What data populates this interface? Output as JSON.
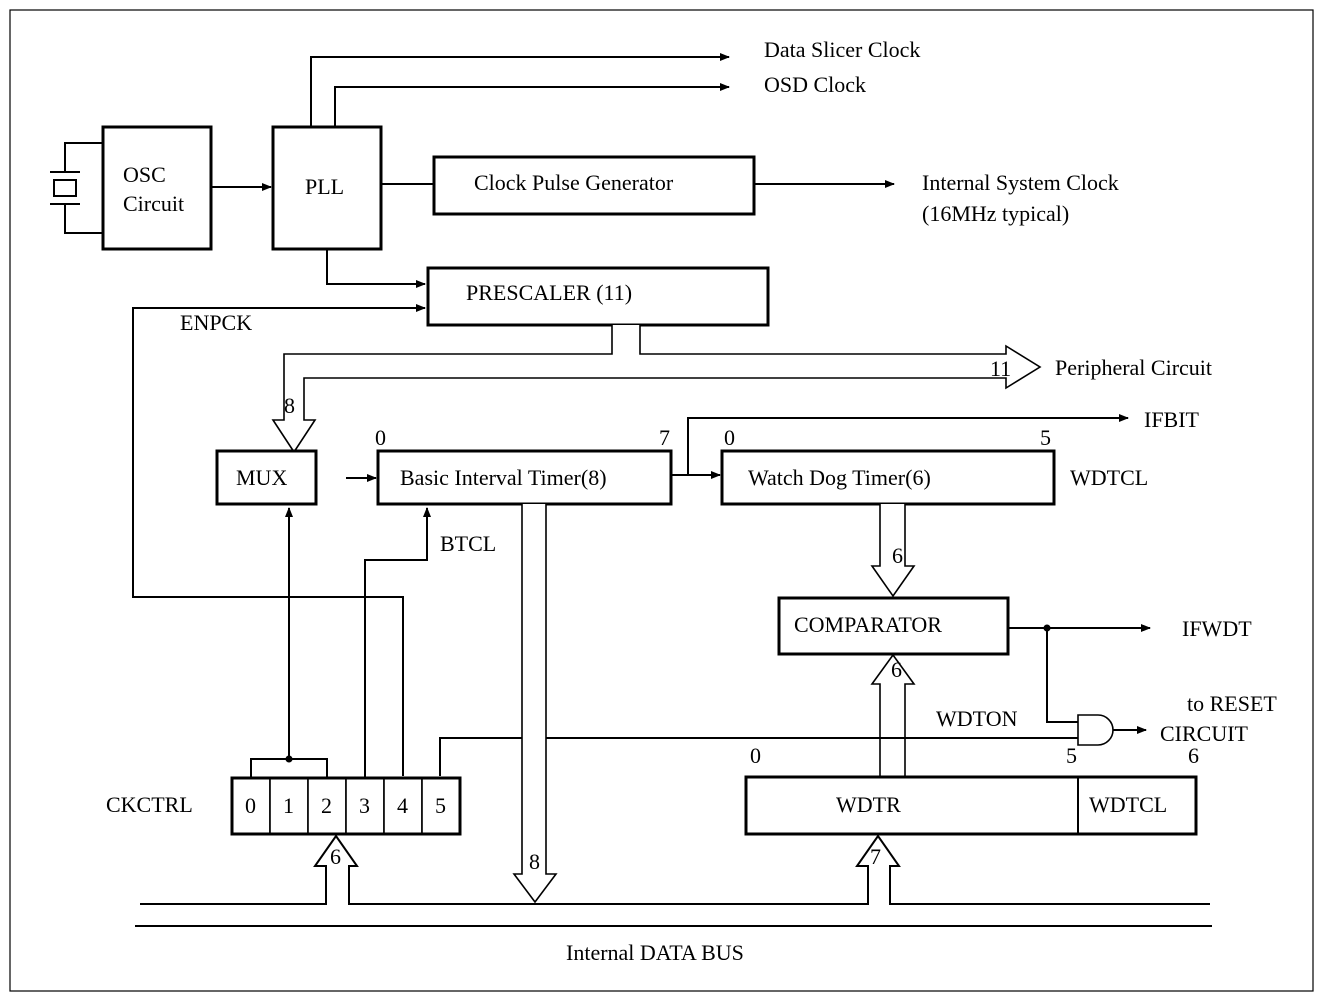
{
  "blocks": {
    "osc": [
      "OSC",
      "Circuit"
    ],
    "pll": "PLL",
    "clock_pulse_generator": "Clock Pulse Generator",
    "prescaler": "PRESCALER (11)",
    "mux": "MUX",
    "basic_interval_timer": "Basic Interval Timer(8)",
    "watch_dog_timer": "Watch Dog Timer(6)",
    "comparator": "COMPARATOR",
    "wdtr": "WDTR",
    "wdtcl_register": "WDTCL"
  },
  "outputs": {
    "data_slicer_clock": "Data Slicer Clock",
    "osd_clock": "OSD Clock",
    "internal_system_clock": [
      "Internal System Clock",
      "(16MHz typical)"
    ],
    "peripheral_circuit": "Peripheral Circuit",
    "ifbit": "IFBIT",
    "ifwdt": "IFWDT",
    "to_reset_circuit": [
      "to RESET",
      "CIRCUIT"
    ]
  },
  "signals": {
    "enpck": "ENPCK",
    "btcl": "BTCL",
    "wdtcl": "WDTCL",
    "wdton": "WDTON"
  },
  "ckctrl": {
    "label": "CKCTRL",
    "bits": [
      "0",
      "1",
      "2",
      "3",
      "4",
      "5"
    ]
  },
  "bus_widths": {
    "peripheral": "11",
    "mux_in": "8",
    "bit_to_bus": "8",
    "wdt_to_comparator": "6",
    "wdtr_to_comparator": "6",
    "bus_to_ckctrl": "6",
    "bus_to_wdtr": "7"
  },
  "bit_indices": {
    "bit_start": "0",
    "bit_end": "7",
    "wdt_start": "0",
    "wdt_end": "5",
    "wdtr_start": "0",
    "wdtr_bit5": "5",
    "wdtr_bit6": "6"
  },
  "data_bus": "Internal DATA BUS"
}
